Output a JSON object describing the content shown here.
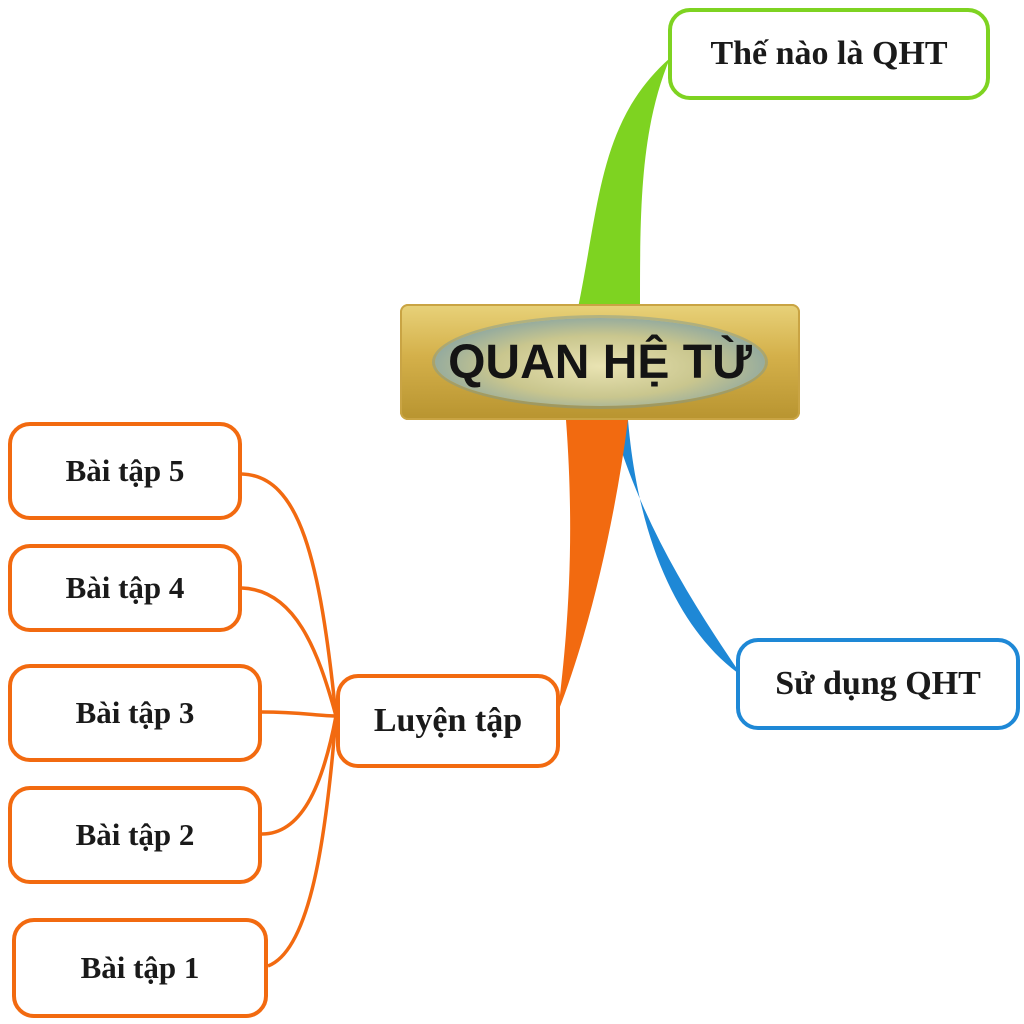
{
  "center": {
    "title": "QUAN HỆ TỪ"
  },
  "branches": {
    "definition": {
      "label": "Thế nào là QHT",
      "color": "#7ed321"
    },
    "usage": {
      "label": "Sử dụng QHT",
      "color": "#1e88d6"
    },
    "practice": {
      "label": "Luyện tập",
      "color": "#f26a10",
      "exercises": [
        "Bài tập 5",
        "Bài tập 4",
        "Bài tập 3",
        "Bài tập 2",
        "Bài tập 1"
      ]
    }
  },
  "colors": {
    "center_gold": "#d4b04a",
    "center_text": "#141414"
  }
}
